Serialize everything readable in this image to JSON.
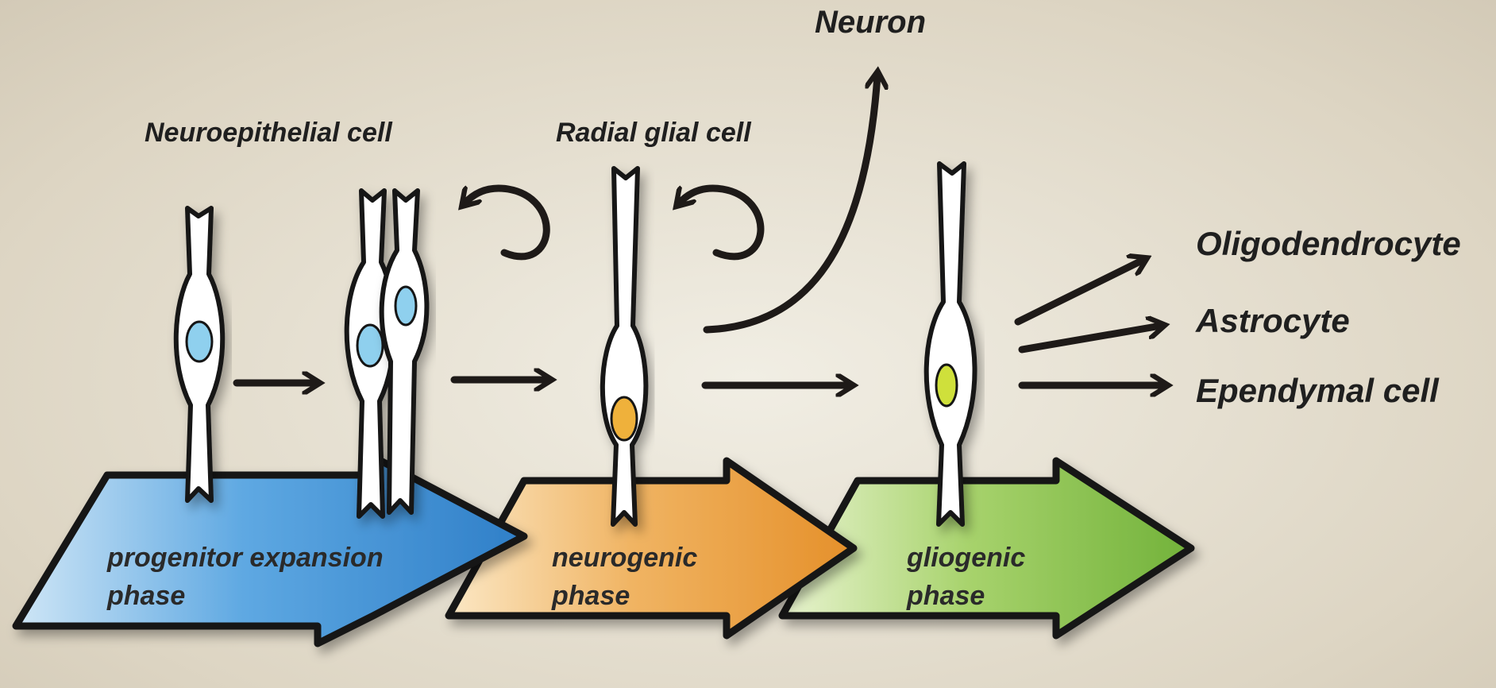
{
  "labels": {
    "neuroepithelial": "Neuroepithelial cell",
    "radial_glial": "Radial glial cell",
    "neuron": "Neuron",
    "oligodendrocyte": "Oligodendrocyte",
    "astrocyte": "Astrocyte",
    "ependymal": "Ependymal cell"
  },
  "phases": [
    {
      "line1": "progenitor expansion",
      "line2": "phase",
      "color": "#3f8fd6"
    },
    {
      "line1": "neurogenic",
      "line2": "phase",
      "color": "#ec9c35"
    },
    {
      "line1": "gliogenic",
      "line2": "phase",
      "color": "#86c347"
    }
  ],
  "nucleus_colors": {
    "neuroepithelial": "#8fd0ee",
    "radial_glial": "#efb13a",
    "gliogenic": "#cfe03a"
  }
}
